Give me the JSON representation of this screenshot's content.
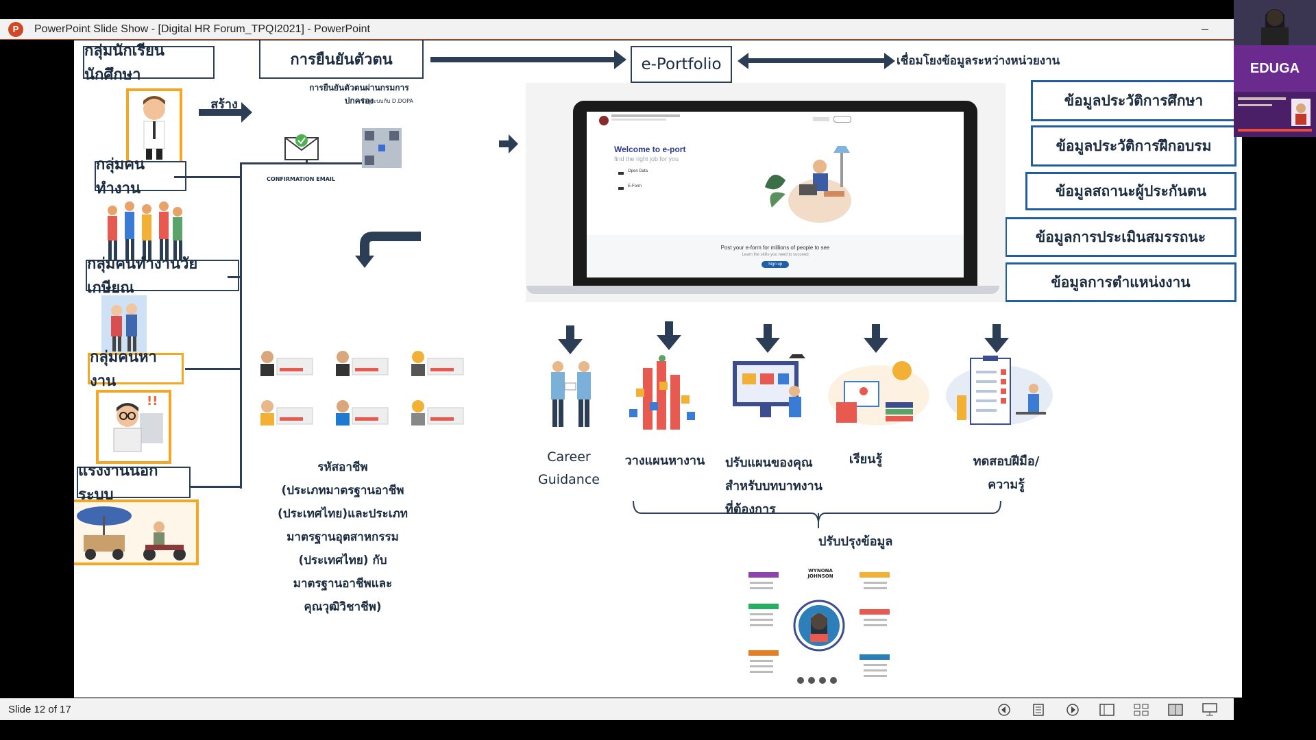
{
  "window": {
    "title": "PowerPoint Slide Show - [Digital HR Forum_TPQI2021] - PowerPoint",
    "minimize": "–"
  },
  "slide": {
    "groups": {
      "students": "กลุ่มนักเรียนนักศึกษา",
      "workers": "กลุ่มคนทำงาน",
      "retired": "กลุ่มคนทำงานวัยเกษียณ",
      "job_seekers": "กลุ่มคนหางาน",
      "informal": "แรงงานนอกระบบ"
    },
    "create_label": "สร้าง",
    "identity_title": "การยืนยันตัวตน",
    "identity_subtitle": "การยืนยันตัวตนผ่านกรมการปกครอง",
    "dopa_label": "เข้าสู่ระบบกับ D.DOPA",
    "confirmation_email": "CONFIRMATION EMAIL",
    "eportfolio": "e-Portfolio",
    "link_data": "เชื่อมโยงข้อมูลระหว่างหน่วยงาน",
    "data_boxes": [
      "ข้อมูลประวัติการศึกษา",
      "ข้อมูลประวัติการฝึกอบรม",
      "ข้อมูลสถานะผู้ประกันตน",
      "ข้อมูลการประเมินสมรรถนะ",
      "ข้อมูลการตำแหน่งงาน"
    ],
    "laptop_screen": {
      "welcome": "Welcome to e-port",
      "tagline": "find the right job for you",
      "menu1": "Open Data",
      "menu2": "E-Form",
      "post": "Post your e-form for millions of people to see",
      "post_sub": "Learn the skills you need to succeed",
      "button": "Sign up"
    },
    "occupations_text": [
      "รหัสอาชีพ",
      "(ประเภทมาตรฐานอาชีพ",
      "(ประเทศไทย)และประเภท",
      "มาตรฐานอุตสาหกรรม",
      "(ประเทศไทย) กับ",
      "มาตรฐานอาชีพและ",
      "คุณวุฒิวิชาชีพ)"
    ],
    "services": [
      {
        "line1": "Career",
        "line2": "Guidance",
        "line3": ""
      },
      {
        "line1": "วางแผนหางาน",
        "line2": "",
        "line3": ""
      },
      {
        "line1": "ปรับแผนของคุณ",
        "line2": "สำหรับบทบาทงาน",
        "line3": "ที่ต้องการ"
      },
      {
        "line1": "เรียนรู้",
        "line2": "",
        "line3": ""
      },
      {
        "line1": "ทดสอบฝีมือ/",
        "line2": "ความรู้",
        "line3": ""
      }
    ],
    "update_data": "ปรับปรุงข้อมูล",
    "resume_name": "WYNONA JOHNSON"
  },
  "statusbar": {
    "slide_number": "Slide 12 of 17"
  },
  "participants": {
    "cam2_label": "EDUGA"
  },
  "colors": {
    "navy": "#2c3e55",
    "orange": "#f5a623",
    "blue": "#1f5f9f",
    "ppt_red": "#d24726"
  }
}
